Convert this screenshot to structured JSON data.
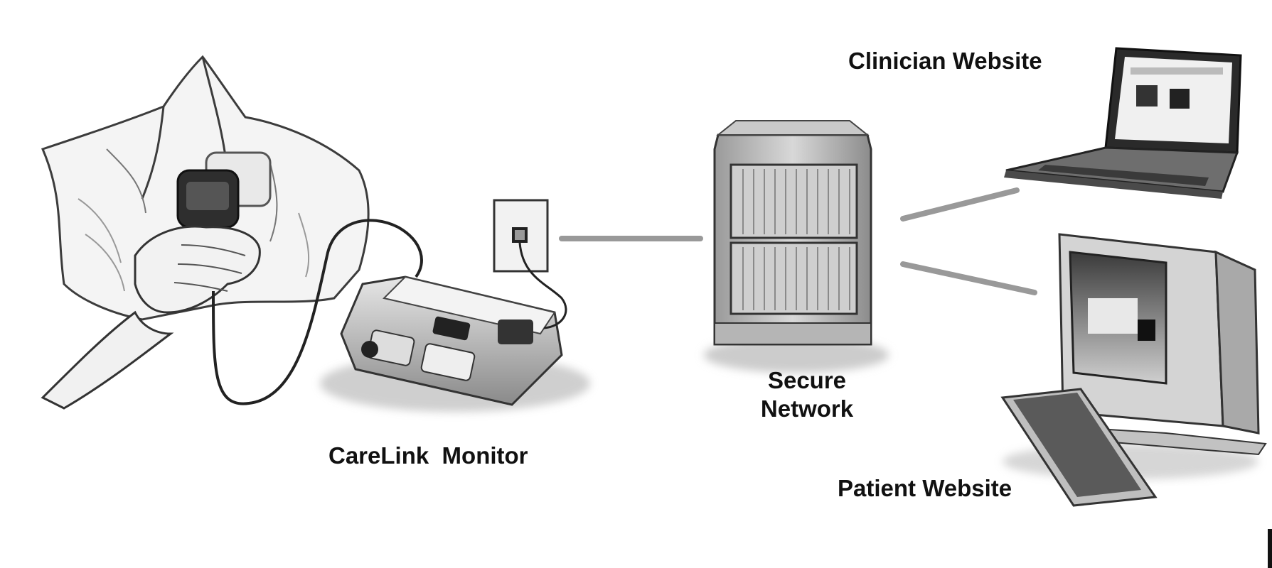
{
  "diagram": {
    "labels": {
      "clinician_website": "Clinician Website",
      "secure_network": [
        "Secure",
        "Network"
      ],
      "carelink_monitor": "CareLink  Monitor",
      "patient_website": "Patient Website"
    },
    "nodes": [
      {
        "id": "patient",
        "icon": "patient-holding-device-icon"
      },
      {
        "id": "monitor",
        "icon": "carelink-monitor-icon"
      },
      {
        "id": "wall-jack",
        "icon": "phone-wall-jack-icon"
      },
      {
        "id": "server",
        "icon": "server-icon"
      },
      {
        "id": "laptop",
        "icon": "laptop-icon"
      },
      {
        "id": "desktop",
        "icon": "desktop-computer-icon"
      }
    ],
    "edges": [
      {
        "from": "wall-jack",
        "to": "server"
      },
      {
        "from": "server",
        "to": "laptop"
      },
      {
        "from": "server",
        "to": "desktop"
      }
    ]
  }
}
